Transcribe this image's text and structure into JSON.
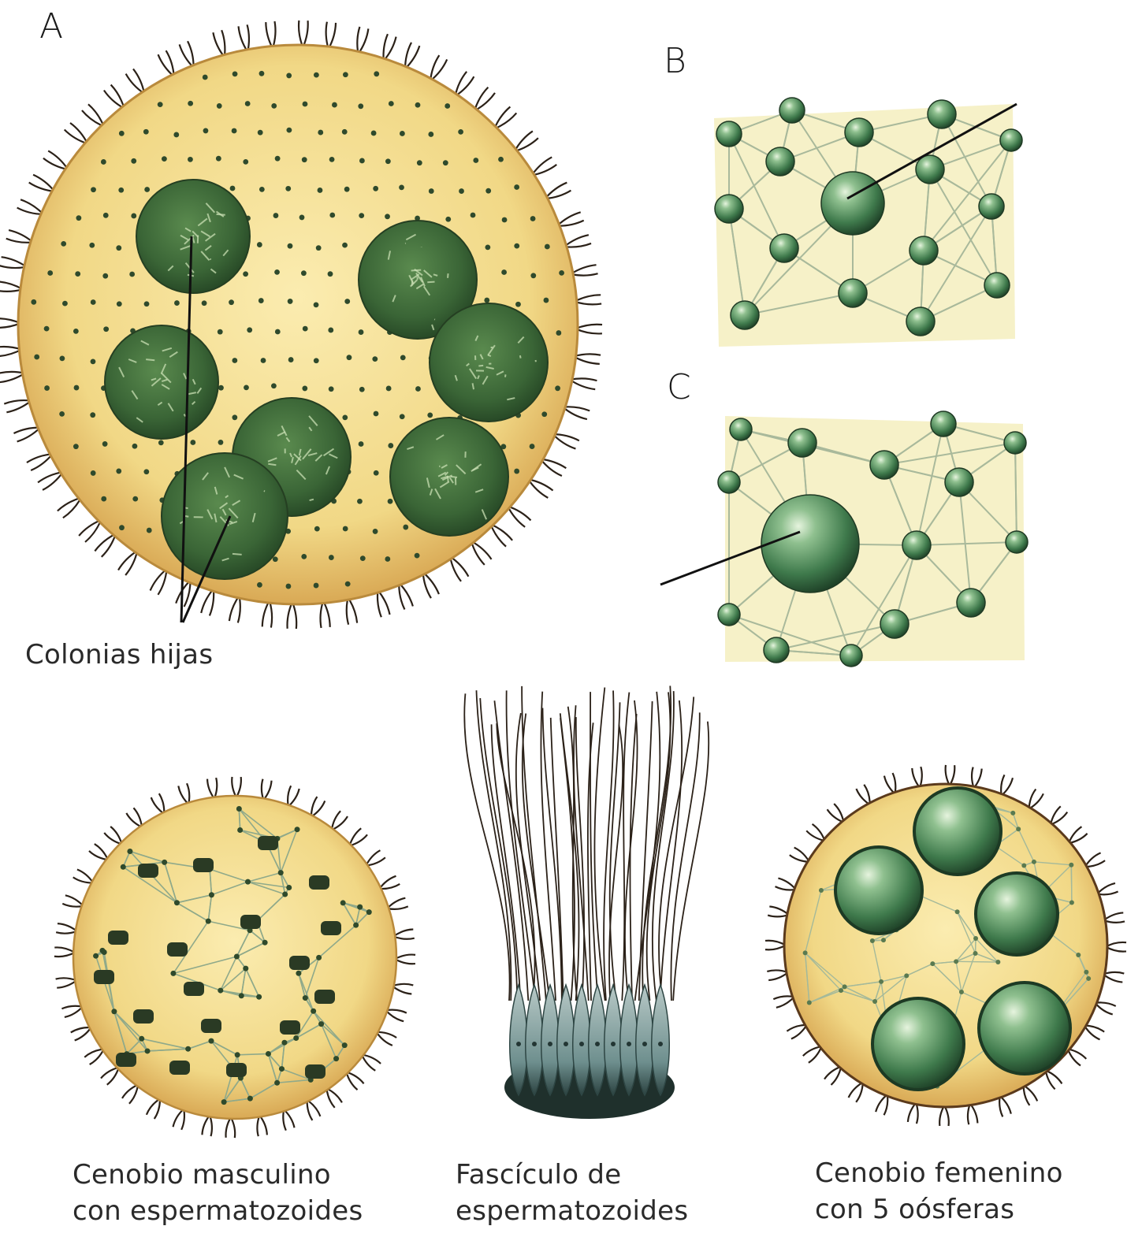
{
  "panels": {
    "a": {
      "letter": "A",
      "label": "Colonias hijas"
    },
    "b": {
      "letter": "B"
    },
    "c": {
      "letter": "C"
    }
  },
  "bottom": {
    "male": {
      "line1": "Cenobio masculino",
      "line2": "con espermatozoides"
    },
    "bundle": {
      "line1": "Fascículo de",
      "line2": "espermatozoides"
    },
    "female": {
      "line1": "Cenobio femenino",
      "line2": "con 5 oósferas"
    }
  },
  "colors": {
    "matrix": "#f1d886",
    "matrix_edge": "#d9a955",
    "cell": "#2f4a2c",
    "colony": "#3f6b3a",
    "flagella": "#2b2118",
    "network_bg": "#f6f1c8",
    "network_line": "#a9b99b",
    "sphere": "#4f8a5a"
  }
}
